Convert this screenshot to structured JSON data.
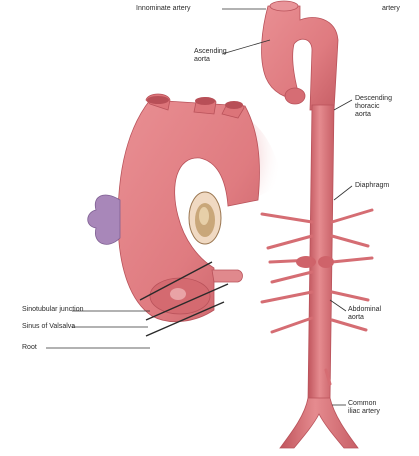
{
  "labels": {
    "innominate_artery": "Innominate artery",
    "artery_right": "artery",
    "ascending_aorta": "Ascending\naorta",
    "descending_thoracic_aorta": "Descending\nthoracic\naorta",
    "diaphragm": "Diaphragm",
    "sinotubular_junction": "Sinotubular junction",
    "sinus_of_valsalva": "Sinus of Valsalva",
    "root": "Root",
    "abdominal_aorta": "Abdominal\naorta",
    "common_iliac_artery": "Common\niliac artery"
  },
  "colors": {
    "aorta_fill": "#df7b80",
    "aorta_shadow": "#c0545c",
    "aorta_highlight": "#f4b3b5",
    "valve_purple": "#a887b9",
    "valve_gold": "#c9a77a",
    "leader_line": "#333333"
  }
}
